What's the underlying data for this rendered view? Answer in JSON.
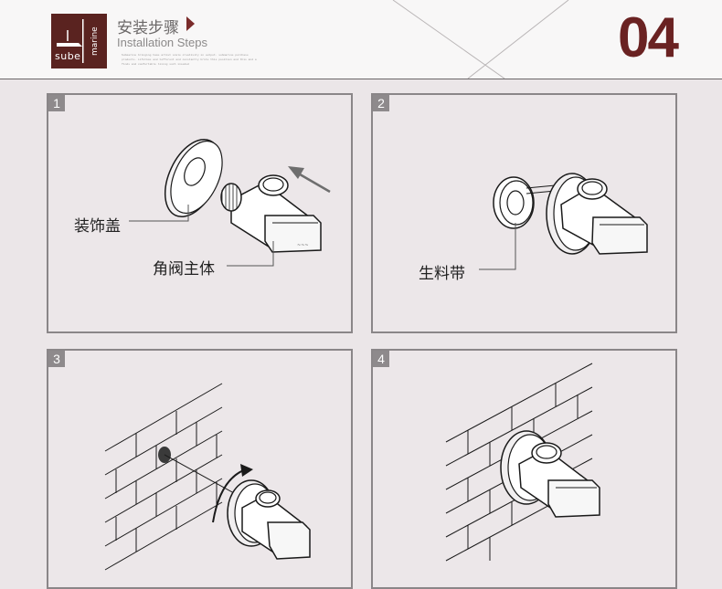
{
  "header": {
    "logo": {
      "main_text": "sube",
      "side_text": "marine"
    },
    "title_cn": "安装步骤",
    "title_en": "Installation Steps",
    "fine_print": "Submarine bringing home artist scale creativity in output. submarine purchase products. Lifetime and tofferent and constantly brite this position and this and a finds and comfortable living such inseded",
    "step_number": "04"
  },
  "panels": [
    {
      "number": "1",
      "labels": [
        "装饰盖",
        "角阀主体"
      ]
    },
    {
      "number": "2",
      "labels": [
        "生料带"
      ]
    },
    {
      "number": "3",
      "labels": []
    },
    {
      "number": "4",
      "labels": []
    }
  ],
  "colors": {
    "page_bg": "#ebe6e8",
    "header_bg": "#f8f7f7",
    "brand": "#5a2320",
    "step_number": "#6a2222",
    "panel_border": "#8a8688",
    "badge": "#8e8a8c"
  }
}
